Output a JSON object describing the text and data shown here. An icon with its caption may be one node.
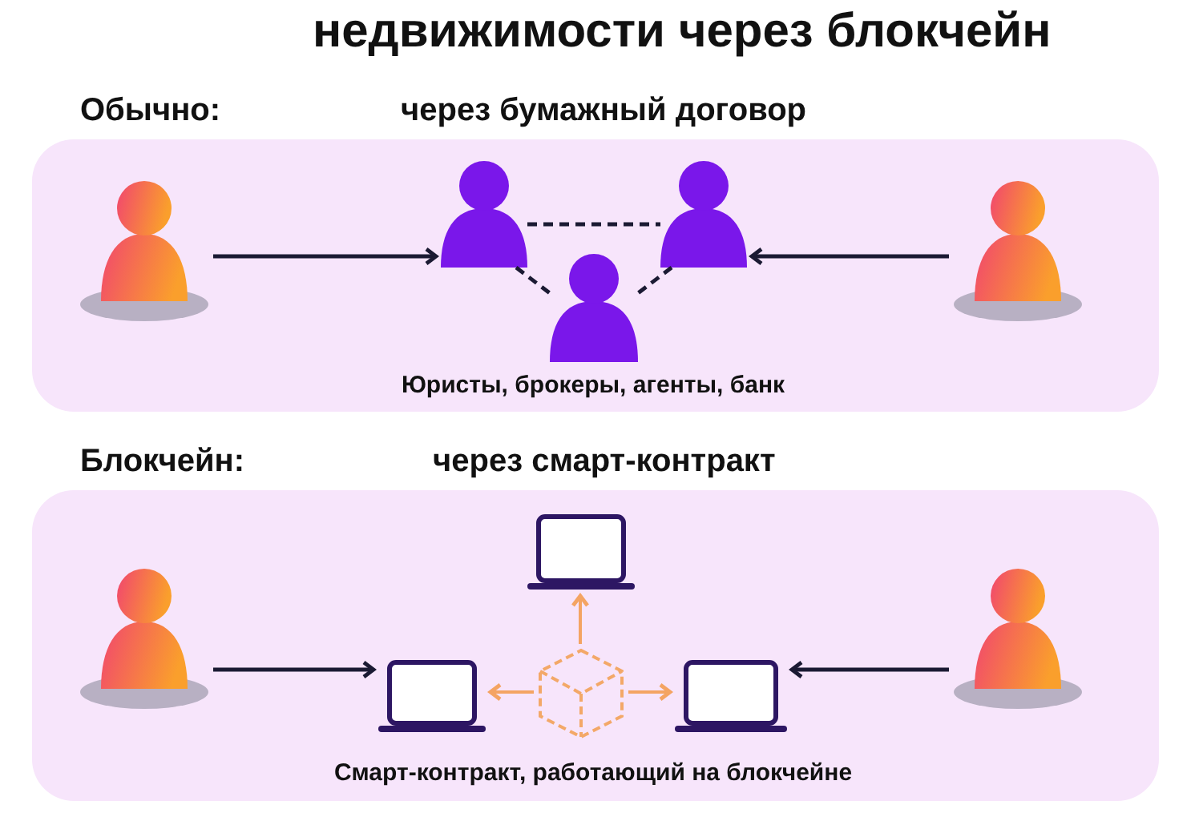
{
  "diagram": {
    "title": "недвижимости через блокчейн",
    "nodes": [
      {
        "text": [
          "Обычно:",
          "через бумажный договор"
        ]
      },
      {
        "text": [],
        "shape": "person",
        "in": 0
      },
      {
        "text": [],
        "shape": "person",
        "in": 0
      },
      {
        "text": [],
        "shape": "person",
        "in": 0
      },
      {
        "text": [],
        "shape": "person",
        "in": 0
      },
      {
        "text": [],
        "shape": "person",
        "in": 0
      },
      {
        "text": [
          "Блокчейн:",
          "через смарт-контракт"
        ]
      },
      {
        "text": [],
        "shape": "person",
        "in": 6
      },
      {
        "text": [],
        "shape": "laptop",
        "in": 6
      },
      {
        "text": [],
        "shape": "laptop",
        "in": 6
      },
      {
        "text": [],
        "shape": "cube",
        "in": 6
      },
      {
        "text": [],
        "shape": "laptop",
        "in": 6
      },
      {
        "text": [],
        "shape": "person",
        "in": 6
      }
    ],
    "edges": [
      {
        "from": 1,
        "to": 2,
        "arrow": "to"
      },
      {
        "from": 5,
        "to": 3,
        "arrow": "to"
      },
      {
        "from": 2,
        "to": 3,
        "arrow": "none",
        "style": "dashed"
      },
      {
        "from": 2,
        "to": 4,
        "arrow": "none",
        "style": "dashed"
      },
      {
        "from": 3,
        "to": 4,
        "arrow": "none",
        "style": "dashed"
      },
      {
        "from": 7,
        "to": 9,
        "arrow": "to"
      },
      {
        "from": 12,
        "to": 11,
        "arrow": "to"
      },
      {
        "from": 10,
        "to": 8,
        "arrow": "to",
        "color": "#f4a463"
      },
      {
        "from": 10,
        "to": 9,
        "arrow": "to",
        "color": "#f4a463"
      },
      {
        "from": 10,
        "to": 11,
        "arrow": "to",
        "color": "#f4a463"
      }
    ],
    "labels": [
      "Юристы, брокеры, агенты, банк",
      "Смарт-контракт, работающий на блокчейне"
    ]
  }
}
